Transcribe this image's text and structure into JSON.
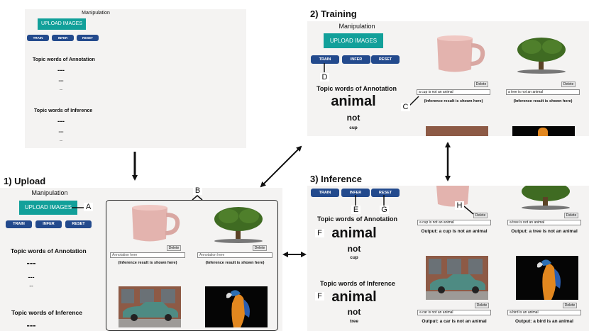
{
  "steps": {
    "upload": "1) Upload",
    "training": "2) Training",
    "inference": "3) Inference"
  },
  "callouts": [
    "A",
    "B",
    "C",
    "D",
    "E",
    "F",
    "G",
    "H"
  ],
  "ui": {
    "manipulation": "Manipulation",
    "upload_images": "UPLOAD IMAGES",
    "train": "TRAIN",
    "infer": "INFER",
    "reset": "RESET",
    "topic_annotation": "Topic words of Annotation",
    "topic_inference": "Topic words of Inference",
    "dash": "---",
    "dot": "---",
    "delete": "Delete",
    "annotation_placeholder": "Annotation here",
    "inference_result": "(Inference result is shown here)"
  },
  "training": {
    "annotation_words": [
      "animal",
      "not",
      "cup"
    ],
    "annotations": [
      "a cup is not an animal",
      "a tree is not an animal"
    ]
  },
  "inference": {
    "annotation_words": [
      "animal",
      "not",
      "cup"
    ],
    "inference_words": [
      "animal",
      "not",
      "tree"
    ],
    "annotations_top": [
      "a cup is not an animal",
      "a tree is not an animal"
    ],
    "outputs_top": [
      "Output: a cup is not an animal",
      "Output: a tree is not an animal"
    ],
    "annotations_bottom": [
      "a car is not an animal",
      "a bird is an animal"
    ],
    "outputs_bottom": [
      "Output: a car is not an animal",
      "Output: a bird is an animal"
    ]
  },
  "colors": {
    "upload_button": "#12a09a",
    "action_button": "#234a8d",
    "panel_background": "#f4f3f2"
  }
}
